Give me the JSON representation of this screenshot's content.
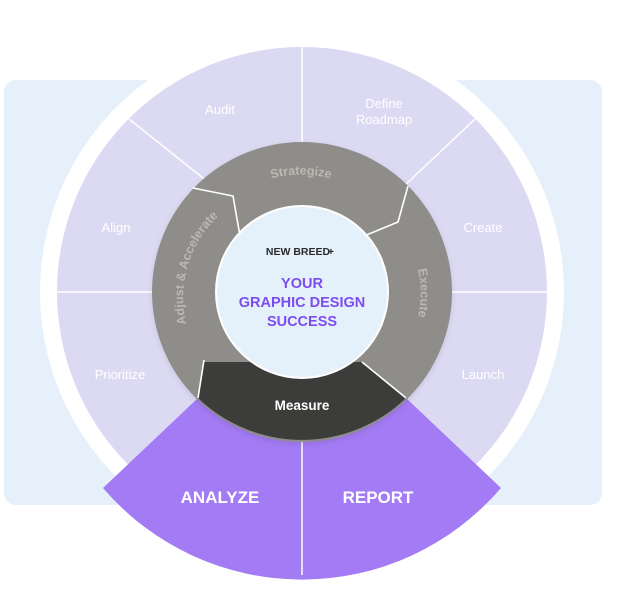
{
  "brand": {
    "name": "NEW BREED",
    "mark": "+"
  },
  "center": {
    "line1": "YOUR",
    "line2": "GRAPHIC DESIGN",
    "line3": "SUCCESS"
  },
  "inner_ring": {
    "strategize": "Strategize",
    "execute": "Execute",
    "measure": "Measure",
    "adjust": "Adjust & Accelerate"
  },
  "outer_ring": {
    "audit": "Audit",
    "define_line1": "Define",
    "define_line2": "Roadmap",
    "create": "Create",
    "launch": "Launch",
    "report": "REPORT",
    "analyze": "ANALYZE",
    "prioritize": "Prioritize",
    "align": "Align"
  },
  "colors": {
    "backdrop": "#e6f0fb",
    "outer_segment": "#dcdaf3",
    "highlight_segment": "#a37bf4",
    "inner_ring": "#8e8d89",
    "measure_segment": "#3c3c3a",
    "center_fill": "#e4f1fb",
    "center_text": "#7d4cf0"
  }
}
